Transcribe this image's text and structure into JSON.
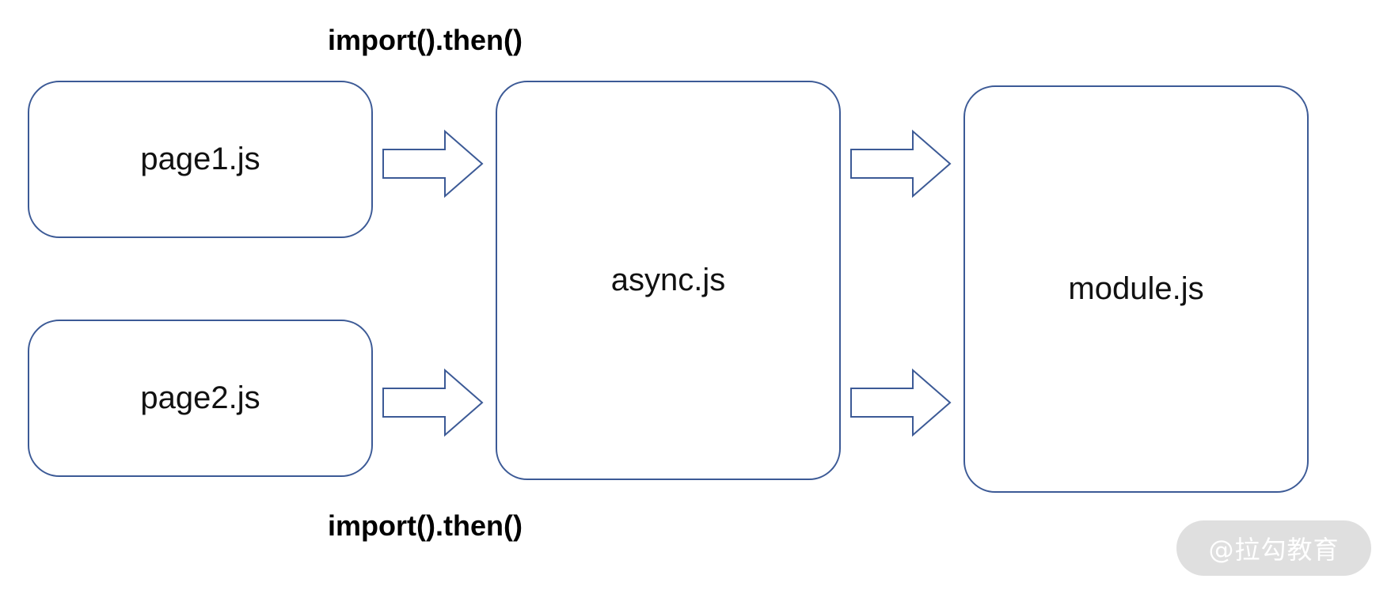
{
  "diagram": {
    "nodes": {
      "page1": {
        "label": "page1.js"
      },
      "page2": {
        "label": "page2.js"
      },
      "async": {
        "label": "async.js"
      },
      "module": {
        "label": "module.js"
      }
    },
    "edge_labels": {
      "top": "import().then()",
      "bottom": "import().then()"
    },
    "edges": [
      {
        "from": "page1",
        "to": "async"
      },
      {
        "from": "page2",
        "to": "async"
      },
      {
        "from": "async",
        "to": "module"
      },
      {
        "from": "async",
        "to": "module"
      }
    ],
    "colors": {
      "stroke": "#3c5a96",
      "text": "#111111",
      "watermark_bg": "#dcdcdc"
    }
  },
  "watermark": {
    "text": "@拉勾教育"
  }
}
